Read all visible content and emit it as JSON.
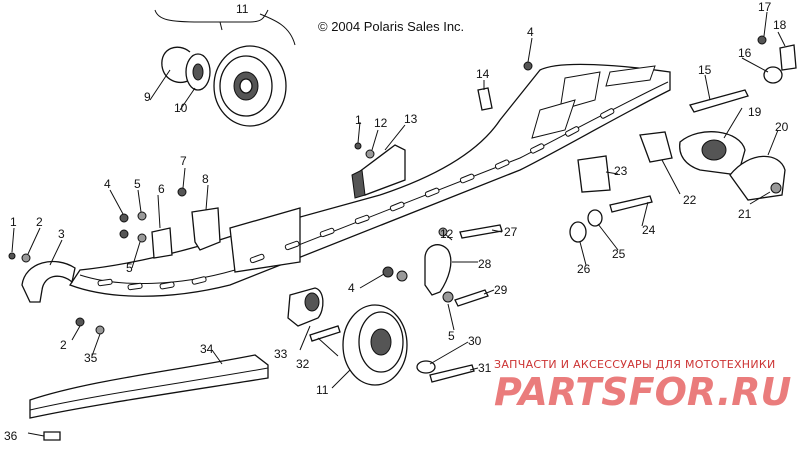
{
  "copyright": "© 2004 Polaris Sales Inc.",
  "watermark": {
    "tagline": "ЗАПЧАСТИ И АКСЕССУАРЫ ДЛЯ МОТОТЕХНИКИ",
    "logo": "PARTSFOR.RU"
  },
  "callouts": {
    "c1a": "1",
    "c1b": "1",
    "c2a": "2",
    "c2b": "2",
    "c3": "3",
    "c4a": "4",
    "c4b": "4",
    "c4c": "4",
    "c5a": "5",
    "c5b": "5",
    "c5c": "5",
    "c6": "6",
    "c7": "7",
    "c8": "8",
    "c9": "9",
    "c10": "10",
    "c11a": "11",
    "c11b": "11",
    "c12a": "12",
    "c12b": "12",
    "c13": "13",
    "c14": "14",
    "c15": "15",
    "c16": "16",
    "c17": "17",
    "c18": "18",
    "c19": "19",
    "c20": "20",
    "c21": "21",
    "c22": "22",
    "c23": "23",
    "c24": "24",
    "c25": "25",
    "c26": "26",
    "c27": "27",
    "c28": "28",
    "c29": "29",
    "c30": "30",
    "c31": "31",
    "c32": "32",
    "c33": "33",
    "c34": "34",
    "c35": "35",
    "c36": "36"
  }
}
